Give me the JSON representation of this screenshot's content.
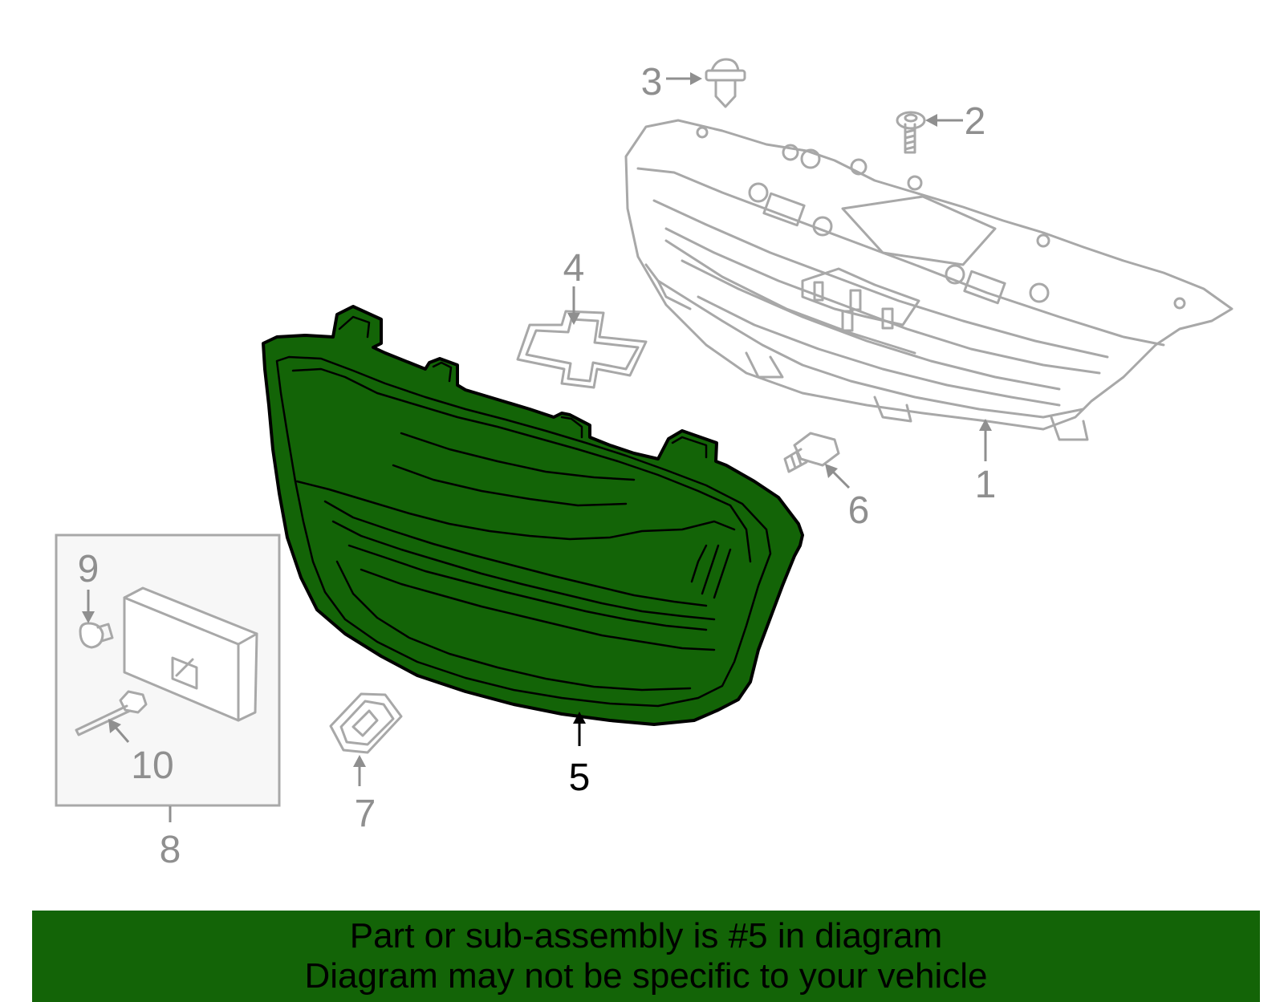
{
  "callouts": {
    "c1": "1",
    "c2": "2",
    "c3": "3",
    "c4": "4",
    "c5": "5",
    "c6": "6",
    "c7": "7",
    "c8": "8",
    "c9": "9",
    "c10": "10"
  },
  "highlight_color": "#136407",
  "banner": {
    "line1": "Part or sub-assembly is #5 in diagram",
    "line2": "Diagram may not be specific to your vehicle"
  }
}
